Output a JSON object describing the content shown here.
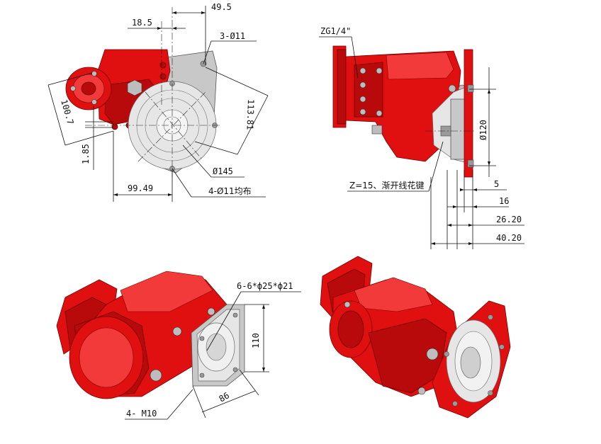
{
  "top_left_view": {
    "dim_49_5": "49.5",
    "dim_18_5": "18.5",
    "dim_3_holes": "3-Ø11",
    "dim_100_7": "100.7",
    "dim_113_81": "113.81",
    "dim_1_85": "1.85",
    "dim_99_49": "99.49",
    "dim_d145": "Ø145",
    "dim_4_holes": "4-Ø11均布"
  },
  "top_right_view": {
    "dim_zg": "ZG1/4\"",
    "dim_d120": "Ø120",
    "dim_spline": "Z=15、渐开线花键",
    "dim_5": "5",
    "dim_16": "16",
    "dim_26_20": "26.20",
    "dim_40_20": "40.20"
  },
  "bottom_left_view": {
    "dim_holes": "6-6*ф25*ф21",
    "dim_110": "110",
    "dim_86": "86",
    "dim_m10": "4- M10"
  },
  "colors": {
    "body_red": "#e01010",
    "flange_grey": "#c8c8c8",
    "line": "#111111"
  }
}
